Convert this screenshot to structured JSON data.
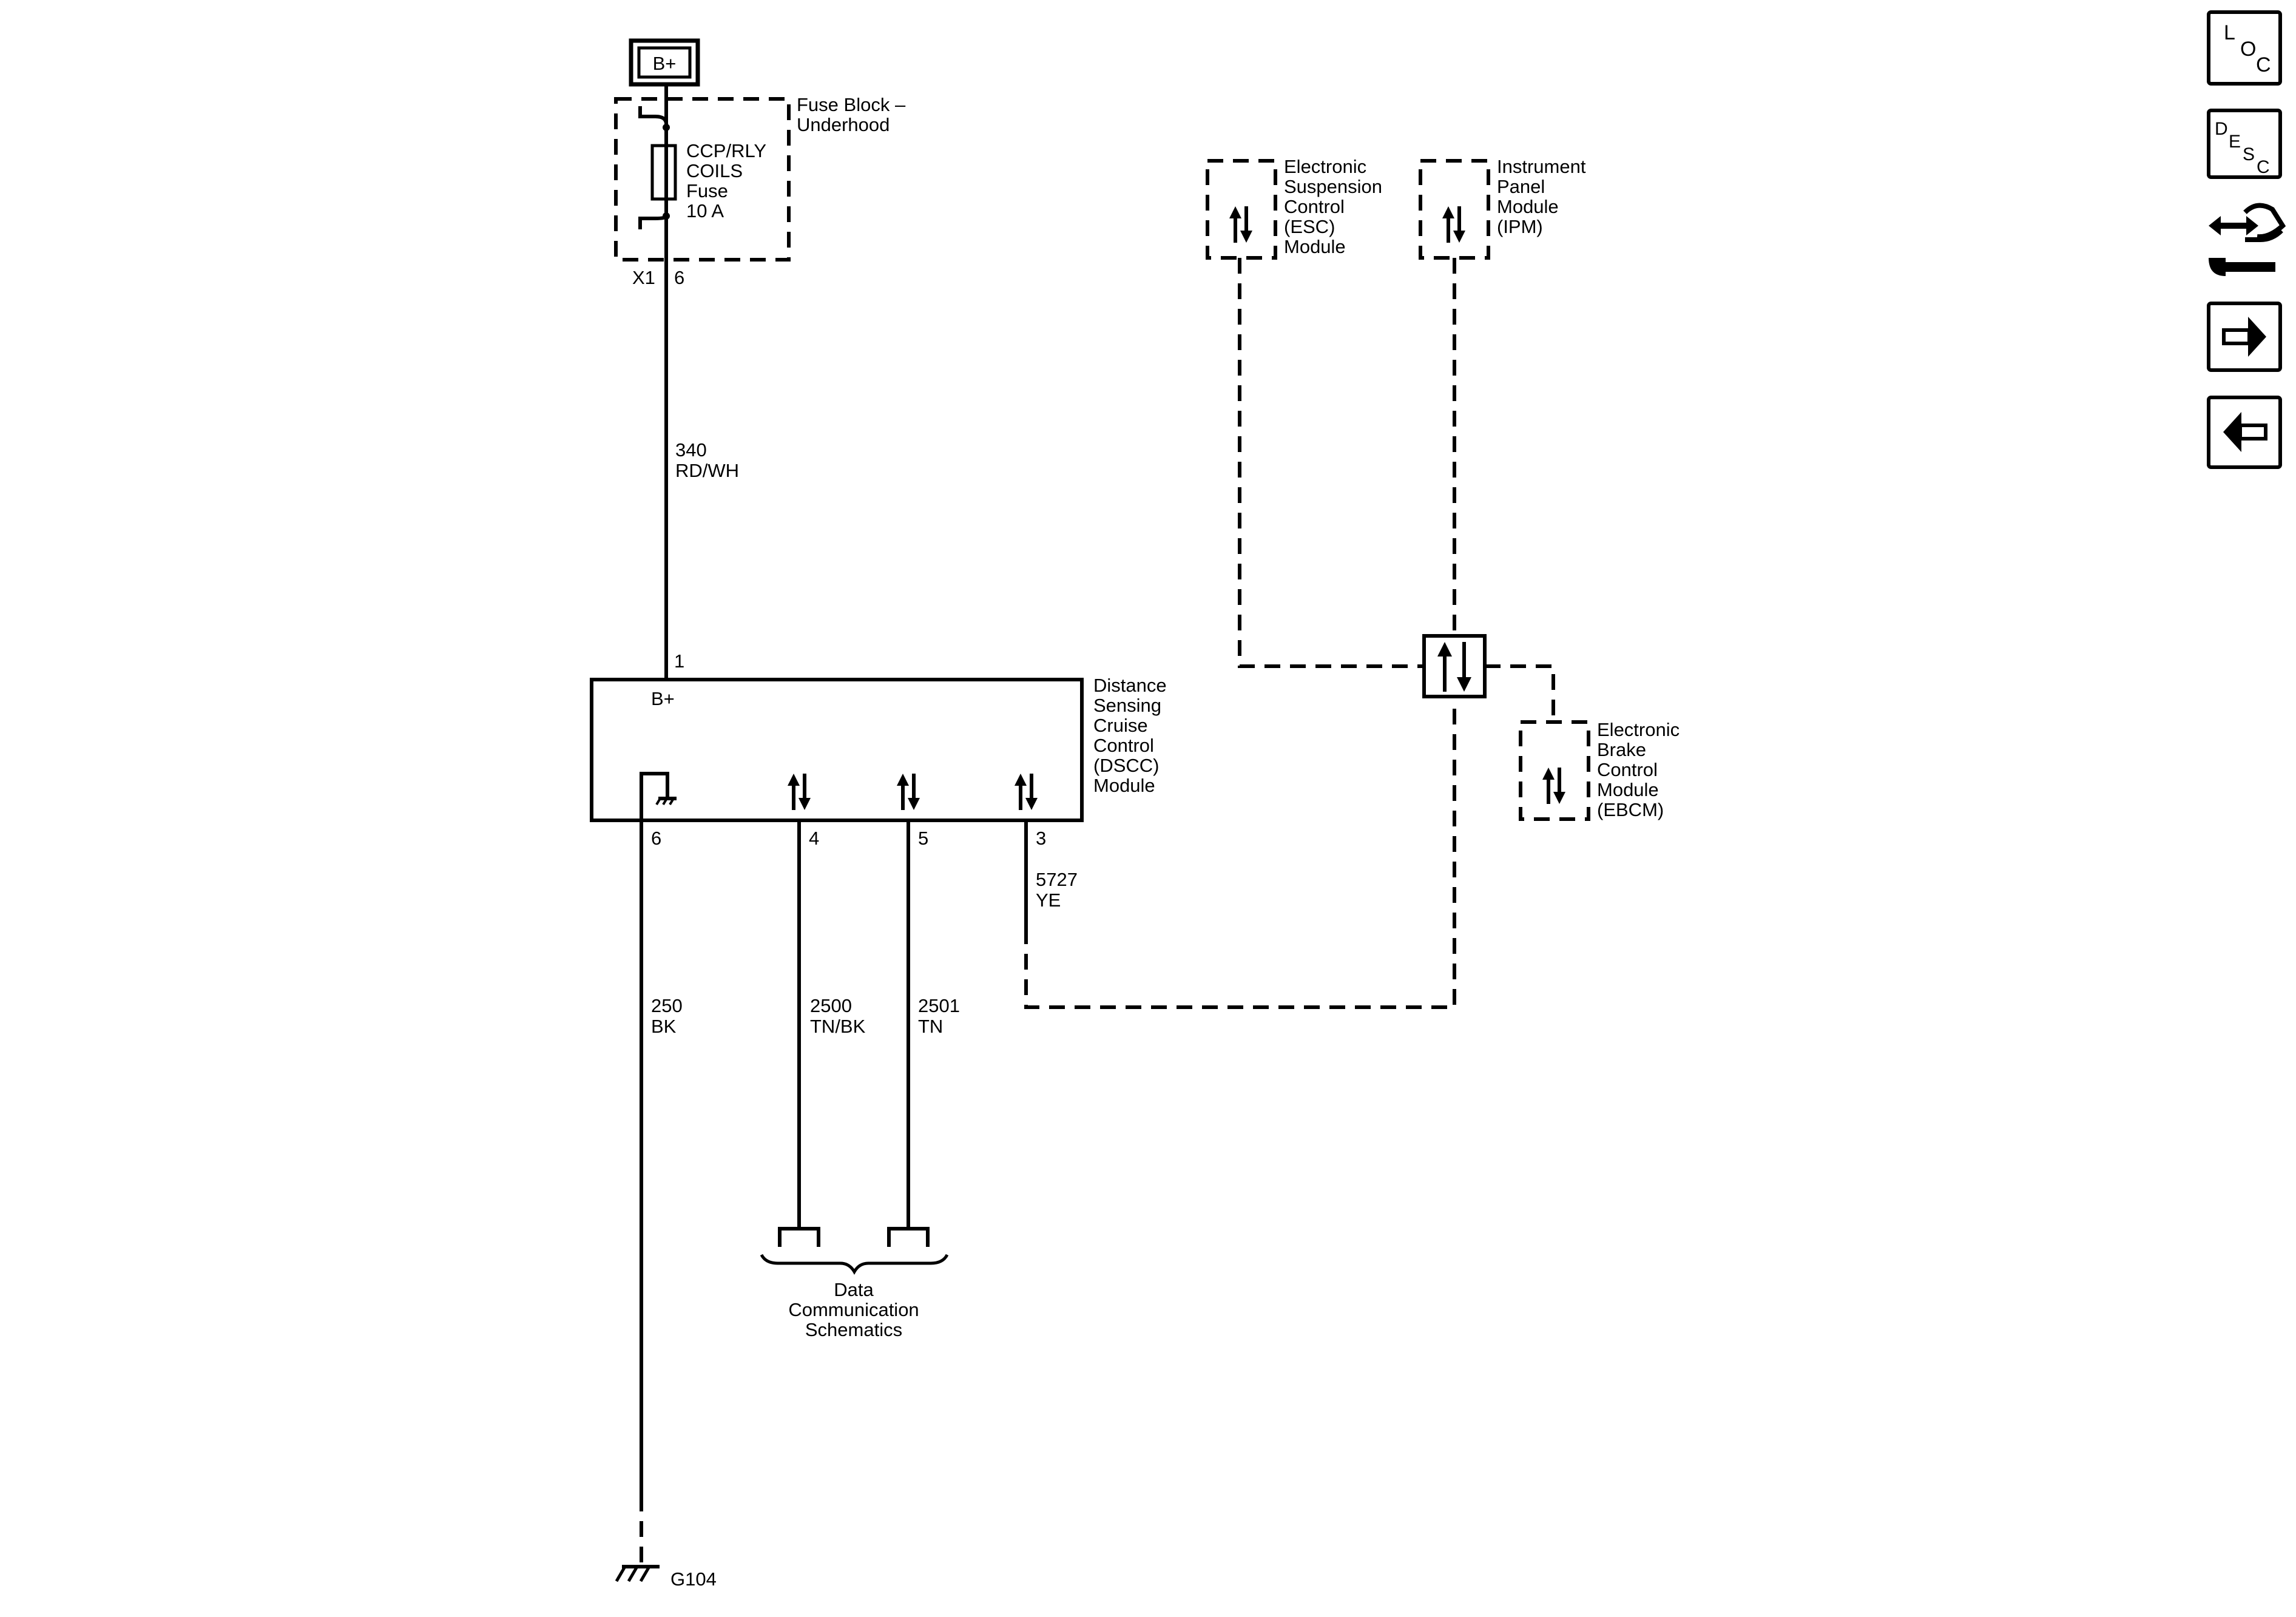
{
  "power_source": {
    "label": "B+"
  },
  "fuse_block": {
    "name_lines": [
      "Fuse Block –",
      "Underhood"
    ],
    "fuse_lines": [
      "CCP/RLY",
      "COILS",
      "Fuse",
      "10 A"
    ],
    "connector": "X1",
    "pin": "6"
  },
  "wires": {
    "feed": {
      "circuit": "340",
      "color": "RD/WH"
    },
    "ground": {
      "circuit": "250",
      "color": "BK"
    },
    "can_high": {
      "circuit": "2500",
      "color": "TN/BK"
    },
    "can_low": {
      "circuit": "2501",
      "color": "TN"
    },
    "serial": {
      "circuit": "5727",
      "color": "YE"
    }
  },
  "dscc_module": {
    "name_lines": [
      "Distance",
      "Sensing",
      "Cruise",
      "Control",
      "(DSCC)",
      "Module"
    ],
    "power_label": "B+",
    "pins": {
      "power": "1",
      "ground": "6",
      "can_high": "4",
      "can_low": "5",
      "serial": "3"
    }
  },
  "ground_point": {
    "label": "G104"
  },
  "data_comm": {
    "label_lines": [
      "Data",
      "Communication",
      "Schematics"
    ]
  },
  "esc_module": {
    "name_lines": [
      "Electronic",
      "Suspension",
      "Control",
      "(ESC)",
      "Module"
    ]
  },
  "ipm_module": {
    "name_lines": [
      "Instrument",
      "Panel",
      "Module",
      "(IPM)"
    ]
  },
  "ebcm_module": {
    "name_lines": [
      "Electronic",
      "Brake",
      "Control",
      "Module",
      "(EBCM)"
    ]
  },
  "nav": {
    "loc": {
      "letters": [
        "L",
        "O",
        "C"
      ],
      "icon": "location-view-icon"
    },
    "desc": {
      "letters": [
        "D",
        "E",
        "S",
        "C"
      ],
      "icon": "description-view-icon"
    },
    "connector_view": {
      "icon": "connector-wrench-icon"
    },
    "next": {
      "icon": "arrow-right-icon"
    },
    "prev": {
      "icon": "arrow-left-icon"
    }
  }
}
